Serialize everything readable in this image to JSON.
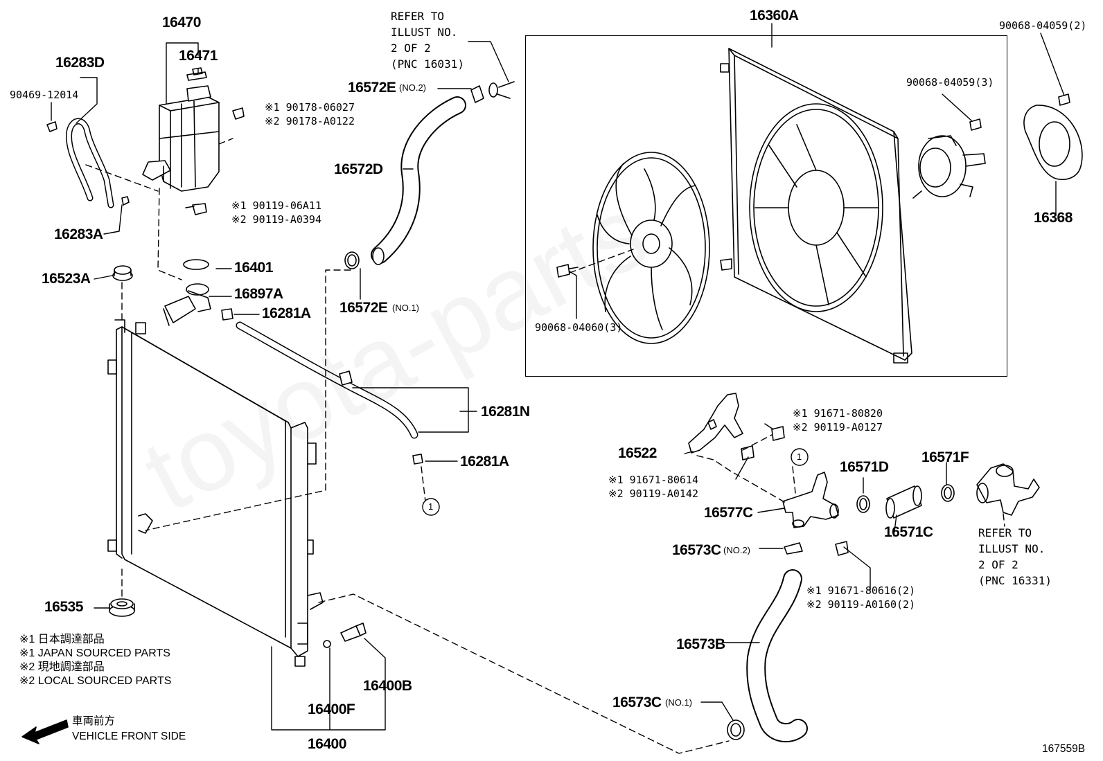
{
  "labels": {
    "p16470": "16470",
    "p16471": "16471",
    "p16283D": "16283D",
    "p90469": "90469-12014",
    "p16283A": "16283A",
    "p16523A": "16523A",
    "p16401": "16401",
    "p16897A": "16897A",
    "p16281A_top": "16281A",
    "p16281N": "16281N",
    "p16281A_mid": "16281A",
    "p16535": "16535",
    "p16400F": "16400F",
    "p16400B": "16400B",
    "p16400": "16400",
    "p16572E_no2": "16572E",
    "no2_a": "(NO.2)",
    "p16572D": "16572D",
    "p16572E_no1": "16572E",
    "no1_a": "(NO.1)",
    "p16360A": "16360A",
    "p90068_04060": "90068-04060(3)",
    "p90068_04059_3": "90068-04059(3)",
    "p90068_04059_2": "90068-04059(2)",
    "p16368": "16368",
    "p16522": "16522",
    "p16577C": "16577C",
    "p16573C_no2": "16573C",
    "no2_b": "(NO.2)",
    "p16571D": "16571D",
    "p16571C": "16571C",
    "p16571F": "16571F",
    "p16573B": "16573B",
    "p16573C_no1": "16573C",
    "no1_b": "(NO.1)",
    "circle1": "1",
    "fig_id": "167559B"
  },
  "alt_parts": {
    "a1": "※1 90178-06027",
    "a2": "※2 90178-A0122",
    "b1": "※1 90119-06A11",
    "b2": "※2 90119-A0394",
    "c1": "※1 91671-80820",
    "c2": "※2 90119-A0127",
    "d1": "※1 91671-80614",
    "d2": "※2 90119-A0142",
    "e1": "※1 91671-80616(2)",
    "e2": "※2 90119-A0160(2)"
  },
  "references": {
    "ref_top": "REFER TO\nILLUST NO.\n2 OF 2\n(PNC 16031)",
    "ref_right": "REFER TO\nILLUST NO.\n2 OF 2\n(PNC 16331)"
  },
  "legend": {
    "l1": "※1  日本調達部品",
    "l2": "※1  JAPAN SOURCED PARTS",
    "l3": "※2  現地調達部品",
    "l4": "※2  LOCAL SOURCED PARTS"
  },
  "direction": {
    "jp": "車両前方",
    "en": "VEHICLE FRONT SIDE"
  },
  "watermark": "toyota-parts"
}
